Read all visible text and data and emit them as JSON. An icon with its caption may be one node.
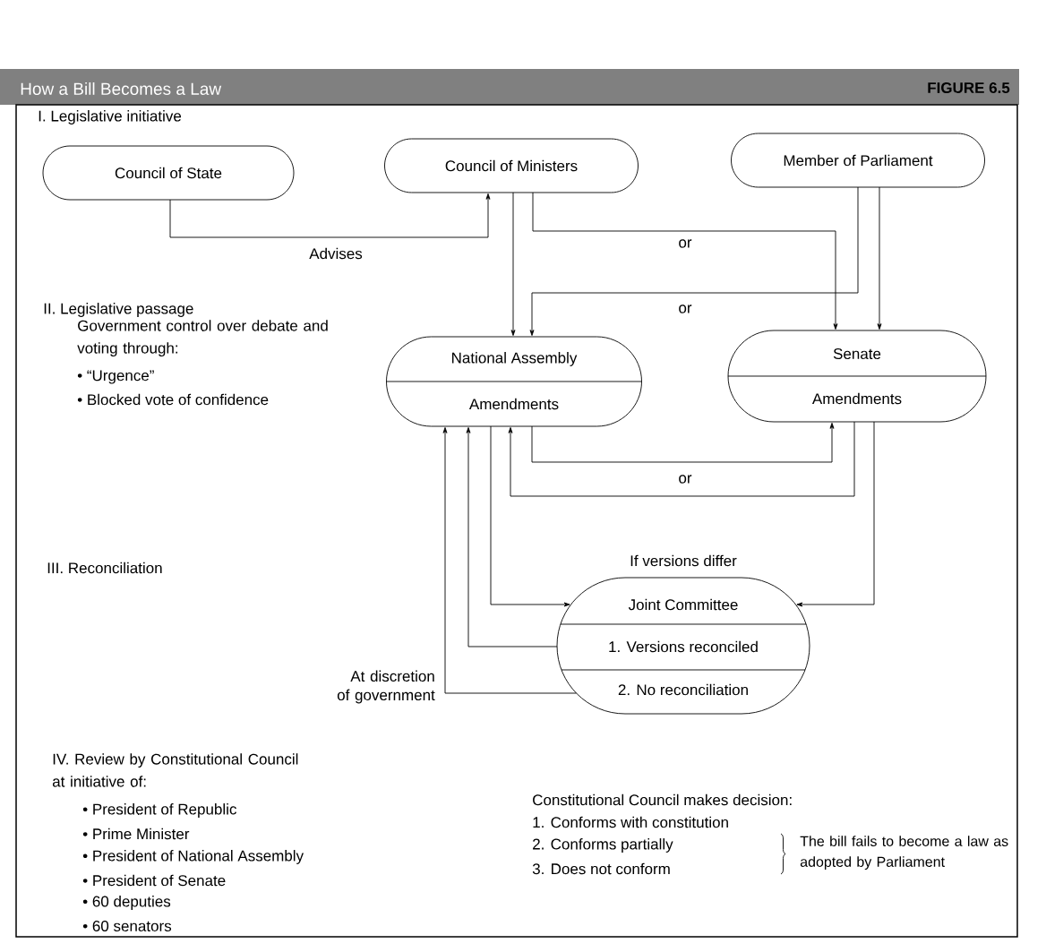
{
  "diagram": {
    "title": "How a Bill Becomes a Law",
    "nodes": [
      {
        "text": [
          "Council of State"
        ]
      },
      {
        "text": [
          "Council of Ministers"
        ]
      },
      {
        "text": [
          "Member of Parliament"
        ]
      },
      {
        "text": [
          "National Assembly",
          "Amendments"
        ]
      },
      {
        "text": [
          "Senate",
          "Amendments"
        ]
      },
      {
        "text": [
          "Joint Committee",
          "1. Versions reconciled",
          "2. No reconciliation"
        ],
        "beside": [
          "If versions differ"
        ]
      }
    ],
    "edges": [
      {
        "from": 0,
        "to": 1,
        "arrow": "to",
        "label": "Advises"
      },
      {
        "from": 1,
        "to": 3,
        "arrow": "to"
      },
      {
        "from": 1,
        "to": 4,
        "arrow": "to",
        "label": "or"
      },
      {
        "from": 2,
        "to": 3,
        "arrow": "to",
        "label": "or"
      },
      {
        "from": 2,
        "to": 4,
        "arrow": "to"
      },
      {
        "from": 3,
        "to": 4,
        "arrow": "to"
      },
      {
        "from": 4,
        "to": 3,
        "arrow": "to",
        "label": "or"
      },
      {
        "from": 3,
        "to": 5,
        "arrow": "to"
      },
      {
        "from": 4,
        "to": 5,
        "arrow": "to"
      },
      {
        "from": 5,
        "to": 3,
        "arrow": "to"
      },
      {
        "from": 5,
        "to": 3,
        "arrow": "to",
        "label": "At discretion of government"
      }
    ],
    "labels": [
      "FIGURE 6.5",
      "I. Legislative initiative",
      "II. Legislative passage",
      "Government control over debate and voting through:",
      "• “Urgence”",
      "• Blocked vote of confidence",
      "III. Reconciliation",
      "IV. Review by Constitutional Council at initiative of:",
      "• President of Republic",
      "• Prime Minister",
      "• President of National Assembly",
      "• President of Senate",
      "• 60 deputies",
      "• 60 senators",
      "Constitutional Council makes decision:",
      "1. Conforms with constitution",
      "2. Conforms partially",
      "3. Does not conform",
      "The bill fails to become a law as adopted by Parliament"
    ]
  }
}
